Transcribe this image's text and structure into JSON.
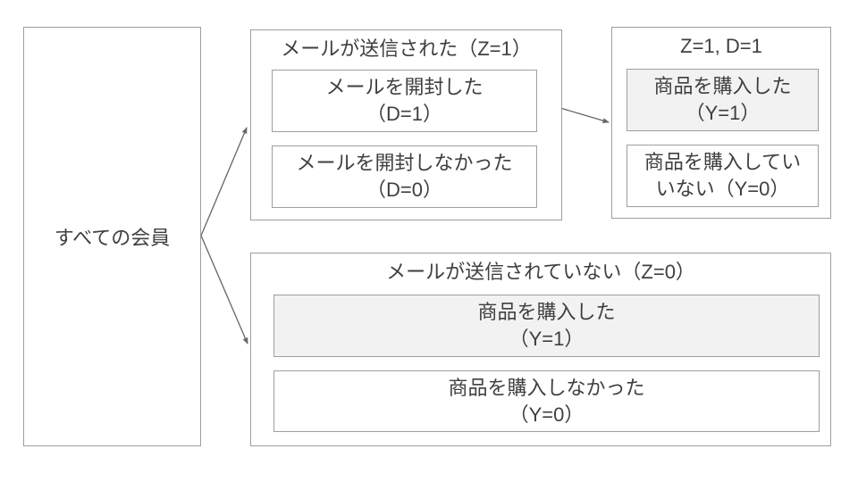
{
  "diagram": {
    "root": {
      "label": "すべての会員"
    },
    "treated_group": {
      "title": "メールが送信された（Z=1）",
      "opened": {
        "line1": "メールを開封した",
        "line2": "（D=1）"
      },
      "not_opened": {
        "line1": "メールを開封しなかった",
        "line2": "（D=0）"
      }
    },
    "treated_opened_group": {
      "title": "Z=1, D=1",
      "purchased": {
        "line1": "商品を購入した",
        "line2": "（Y=1）"
      },
      "not_purchased": {
        "line1": "商品を購入してい",
        "line2": "いない（Y=0）"
      }
    },
    "control_group": {
      "title": "メールが送信されていない（Z=0）",
      "purchased": {
        "line1": "商品を購入した",
        "line2": "（Y=1）"
      },
      "not_purchased": {
        "line1": "商品を購入しなかった",
        "line2": "（Y=0）"
      }
    },
    "arrows": [
      {
        "from": "all-members-box",
        "to": "treated-group-box"
      },
      {
        "from": "all-members-box",
        "to": "control-group-box"
      },
      {
        "from": "opened-box",
        "to": "treated-opened-group-box"
      }
    ],
    "colors": {
      "border": "#9e9e9e",
      "highlight_fill": "#f2f2f2",
      "text": "#3f3f3f",
      "arrow": "#666666",
      "background": "#ffffff"
    }
  }
}
